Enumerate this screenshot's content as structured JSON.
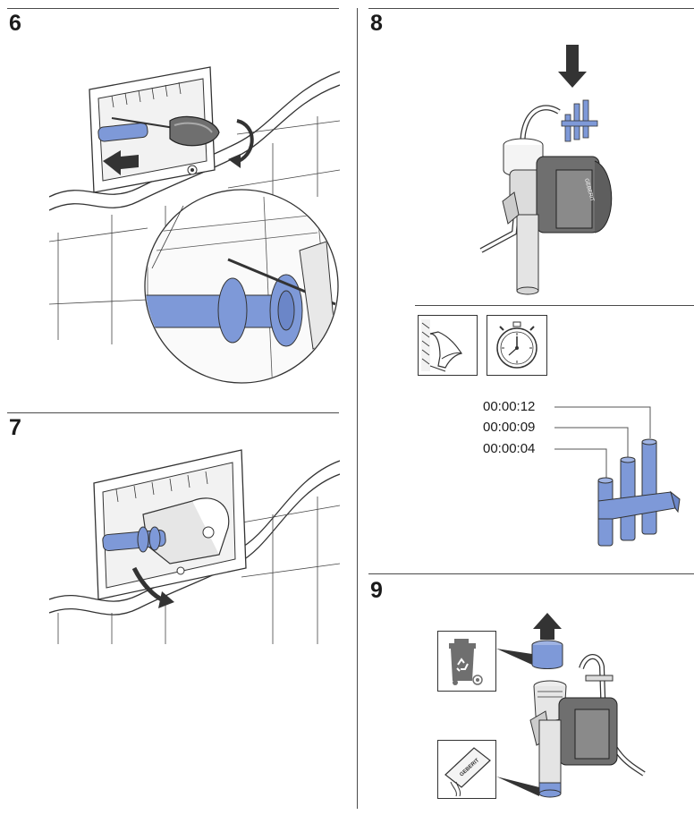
{
  "steps": [
    {
      "number": "6"
    },
    {
      "number": "7"
    },
    {
      "number": "8"
    },
    {
      "number": "9"
    }
  ],
  "timers": {
    "labels": [
      "00:00:12",
      "00:00:09",
      "00:00:04"
    ]
  },
  "brand": {
    "text": "GEBERIT"
  },
  "colors": {
    "accent_blue": "#7e99d8",
    "line": "#333333",
    "grey_dark": "#6f6f6f",
    "grey_light": "#d8d8d8"
  },
  "icons": [
    "arrow-left-icon",
    "rotate-arrow-icon",
    "screwdriver-icon",
    "arrow-down-icon",
    "urinal-icon",
    "stopwatch-icon",
    "arrow-up-icon",
    "recycle-bin-icon",
    "cleaning-cloth-icon"
  ]
}
